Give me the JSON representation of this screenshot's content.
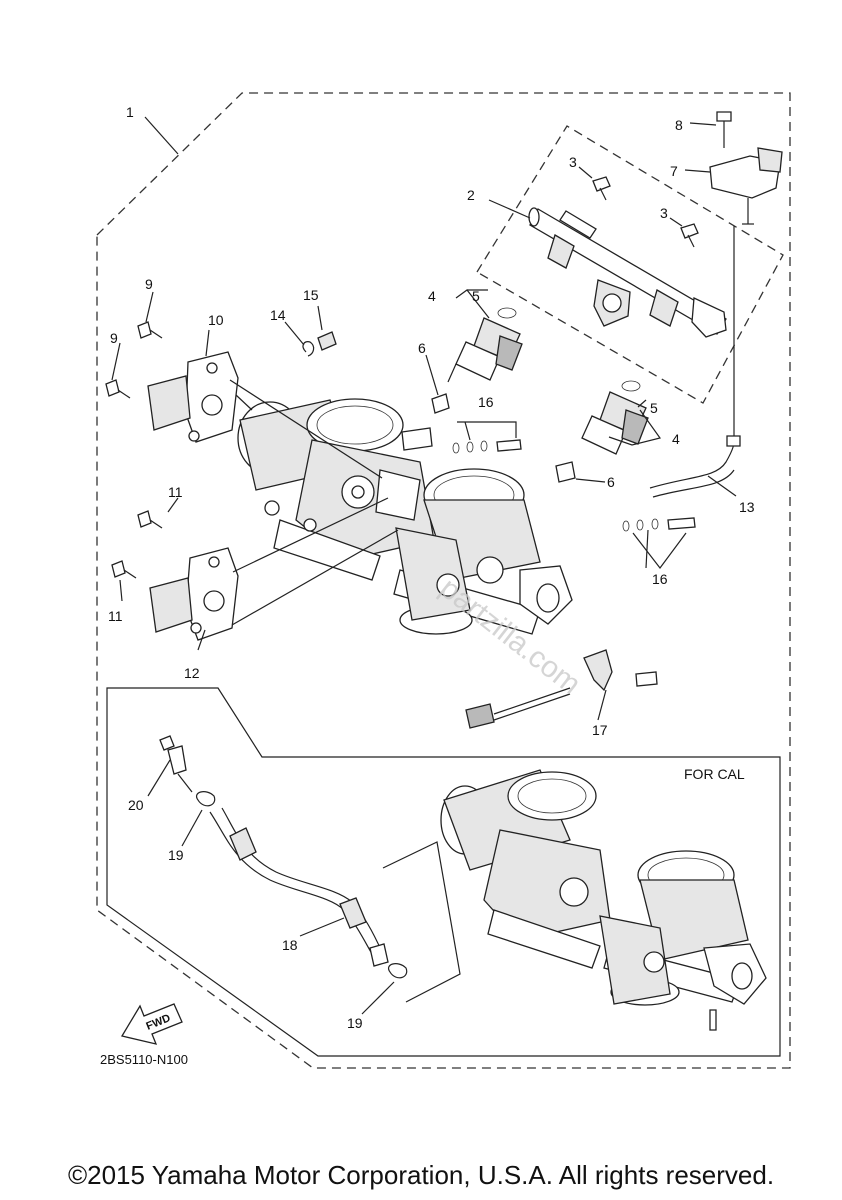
{
  "callouts": {
    "c1": "1",
    "c2": "2",
    "c3a": "3",
    "c3b": "3",
    "c4a": "4",
    "c4b": "4",
    "c5a": "5",
    "c5b": "5",
    "c6a": "6",
    "c6b": "6",
    "c7": "7",
    "c8": "8",
    "c9a": "9",
    "c9b": "9",
    "c10": "10",
    "c11a": "11",
    "c11b": "11",
    "c12": "12",
    "c13": "13",
    "c14": "14",
    "c15": "15",
    "c16a": "16",
    "c16b": "16",
    "c17": "17",
    "c18": "18",
    "c19a": "19",
    "c19b": "19",
    "c20": "20"
  },
  "inset": {
    "label": "FOR CAL"
  },
  "fwd_label": "FWD",
  "part_code": "2BS5110-N100",
  "watermark": "partzilla.com",
  "copyright": "©2015 Yamaha Motor Corporation, U.S.A. All rights reserved."
}
